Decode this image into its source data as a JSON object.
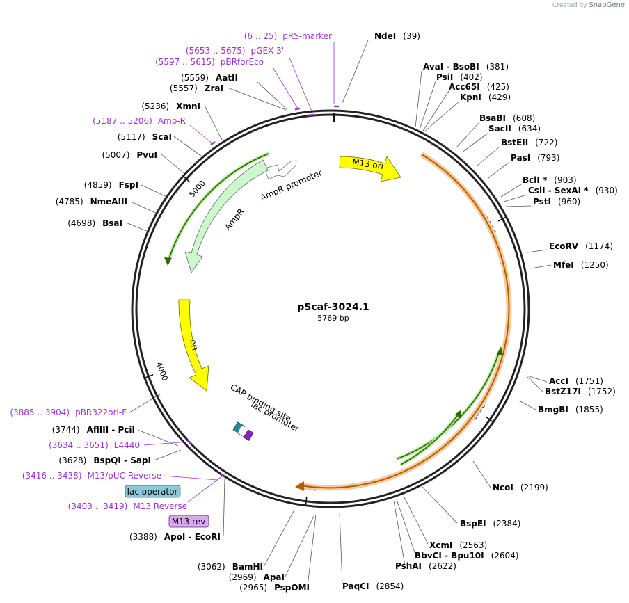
{
  "watermark": {
    "prefix": "Created by",
    "brand": "SnapGene"
  },
  "plasmid": {
    "name": "pScaf-3024.1",
    "length_label": "5769 bp",
    "length": 5769
  },
  "colors": {
    "purple": "#9b30d9",
    "backbone": "#222222",
    "yellow": "#ffff00",
    "green_feature": "#c8f5c8",
    "orange": "#e08a00",
    "green_primer": "#3a8a00",
    "lac_operator": "#8ec8d8",
    "m13_rev": "#d8a8f0"
  },
  "ticks": [
    {
      "bp": 1000,
      "label": "1000"
    },
    {
      "bp": 2000,
      "label": "2000"
    },
    {
      "bp": 3000,
      "label": "3000"
    },
    {
      "bp": 4000,
      "label": "4000"
    },
    {
      "bp": 5000,
      "label": "5000"
    }
  ],
  "features": [
    {
      "id": "m13-ori",
      "label": "M13 ori"
    },
    {
      "id": "ampr-promoter",
      "label": "AmpR promoter"
    },
    {
      "id": "ampr",
      "label": "AmpR"
    },
    {
      "id": "ori",
      "label": "ori"
    },
    {
      "id": "cap-site",
      "label": "CAP binding site"
    },
    {
      "id": "lac-promoter",
      "label": "lac promoter"
    }
  ],
  "boxes": [
    {
      "id": "lac-operator",
      "label": "lac operator"
    },
    {
      "id": "m13-rev",
      "label": "M13 rev"
    }
  ],
  "right_labels": [
    {
      "name": "NdeI",
      "pos": "(39)"
    },
    {
      "name": "AvaI  - BsoBI",
      "pos": "(381)"
    },
    {
      "name": "PsiI",
      "pos": "(402)"
    },
    {
      "name": "Acc65I",
      "pos": "(425)"
    },
    {
      "name": "KpnI",
      "pos": "(429)"
    },
    {
      "name": "BsaBI",
      "pos": "(608)"
    },
    {
      "name": "SacII",
      "pos": "(634)"
    },
    {
      "name": "BstEII",
      "pos": "(722)"
    },
    {
      "name": "PasI",
      "pos": "(793)"
    },
    {
      "name": "BclI *",
      "pos": "(903)"
    },
    {
      "name": "CsiI  - SexAI *",
      "pos": "(930)"
    },
    {
      "name": "PstI",
      "pos": "(960)"
    },
    {
      "name": "EcoRV",
      "pos": "(1174)"
    },
    {
      "name": "MfeI",
      "pos": "(1250)"
    },
    {
      "name": "AccI",
      "pos": "(1751)"
    },
    {
      "name": "BstZ17I",
      "pos": "(1752)"
    },
    {
      "name": "BmgBI",
      "pos": "(1855)"
    },
    {
      "name": "NcoI",
      "pos": "(2199)"
    },
    {
      "name": "BspEI",
      "pos": "(2384)"
    },
    {
      "name": "XcmI",
      "pos": "(2563)"
    },
    {
      "name": "BbvCI  - Bpu10I",
      "pos": "(2604)"
    },
    {
      "name": "PshAI",
      "pos": "(2622)"
    },
    {
      "name": "PaqCI",
      "pos": "(2854)"
    }
  ],
  "left_labels": [
    {
      "name": "AatII",
      "pos": "(5559)"
    },
    {
      "name": "ZraI",
      "pos": "(5557)"
    },
    {
      "name": "XmnI",
      "pos": "(5236)"
    },
    {
      "name": "ScaI",
      "pos": "(5117)"
    },
    {
      "name": "PvuI",
      "pos": "(5007)"
    },
    {
      "name": "FspI",
      "pos": "(4859)"
    },
    {
      "name": "NmeAIII",
      "pos": "(4785)"
    },
    {
      "name": "BsaI",
      "pos": "(4698)"
    },
    {
      "name": "AflIII  - PciI",
      "pos": "(3744)"
    },
    {
      "name": "BspQI  - SapI",
      "pos": "(3628)"
    },
    {
      "name": "ApoI  - EcoRI",
      "pos": "(3388)"
    },
    {
      "name": "BamHI",
      "pos": "(3062)"
    },
    {
      "name": "ApaI",
      "pos": "(2969)"
    },
    {
      "name": "PspOMI",
      "pos": "(2965)"
    }
  ],
  "primer_labels": [
    {
      "range": "(6 .. 25)",
      "name": "pRS-marker"
    },
    {
      "range": "(5653 .. 5675)",
      "name": "pGEX 3'"
    },
    {
      "range": "(5597 .. 5615)",
      "name": "pBRforEco"
    },
    {
      "range": "(5187 .. 5206)",
      "name": "Amp-R"
    },
    {
      "range": "(3885 .. 3904)",
      "name": "pBR322ori-F"
    },
    {
      "range": "(3634 .. 3651)",
      "name": "L4440"
    },
    {
      "range": "(3416 .. 3438)",
      "name": "M13/pUC Reverse"
    },
    {
      "range": "(3403 .. 3419)",
      "name": "M13 Reverse"
    }
  ]
}
